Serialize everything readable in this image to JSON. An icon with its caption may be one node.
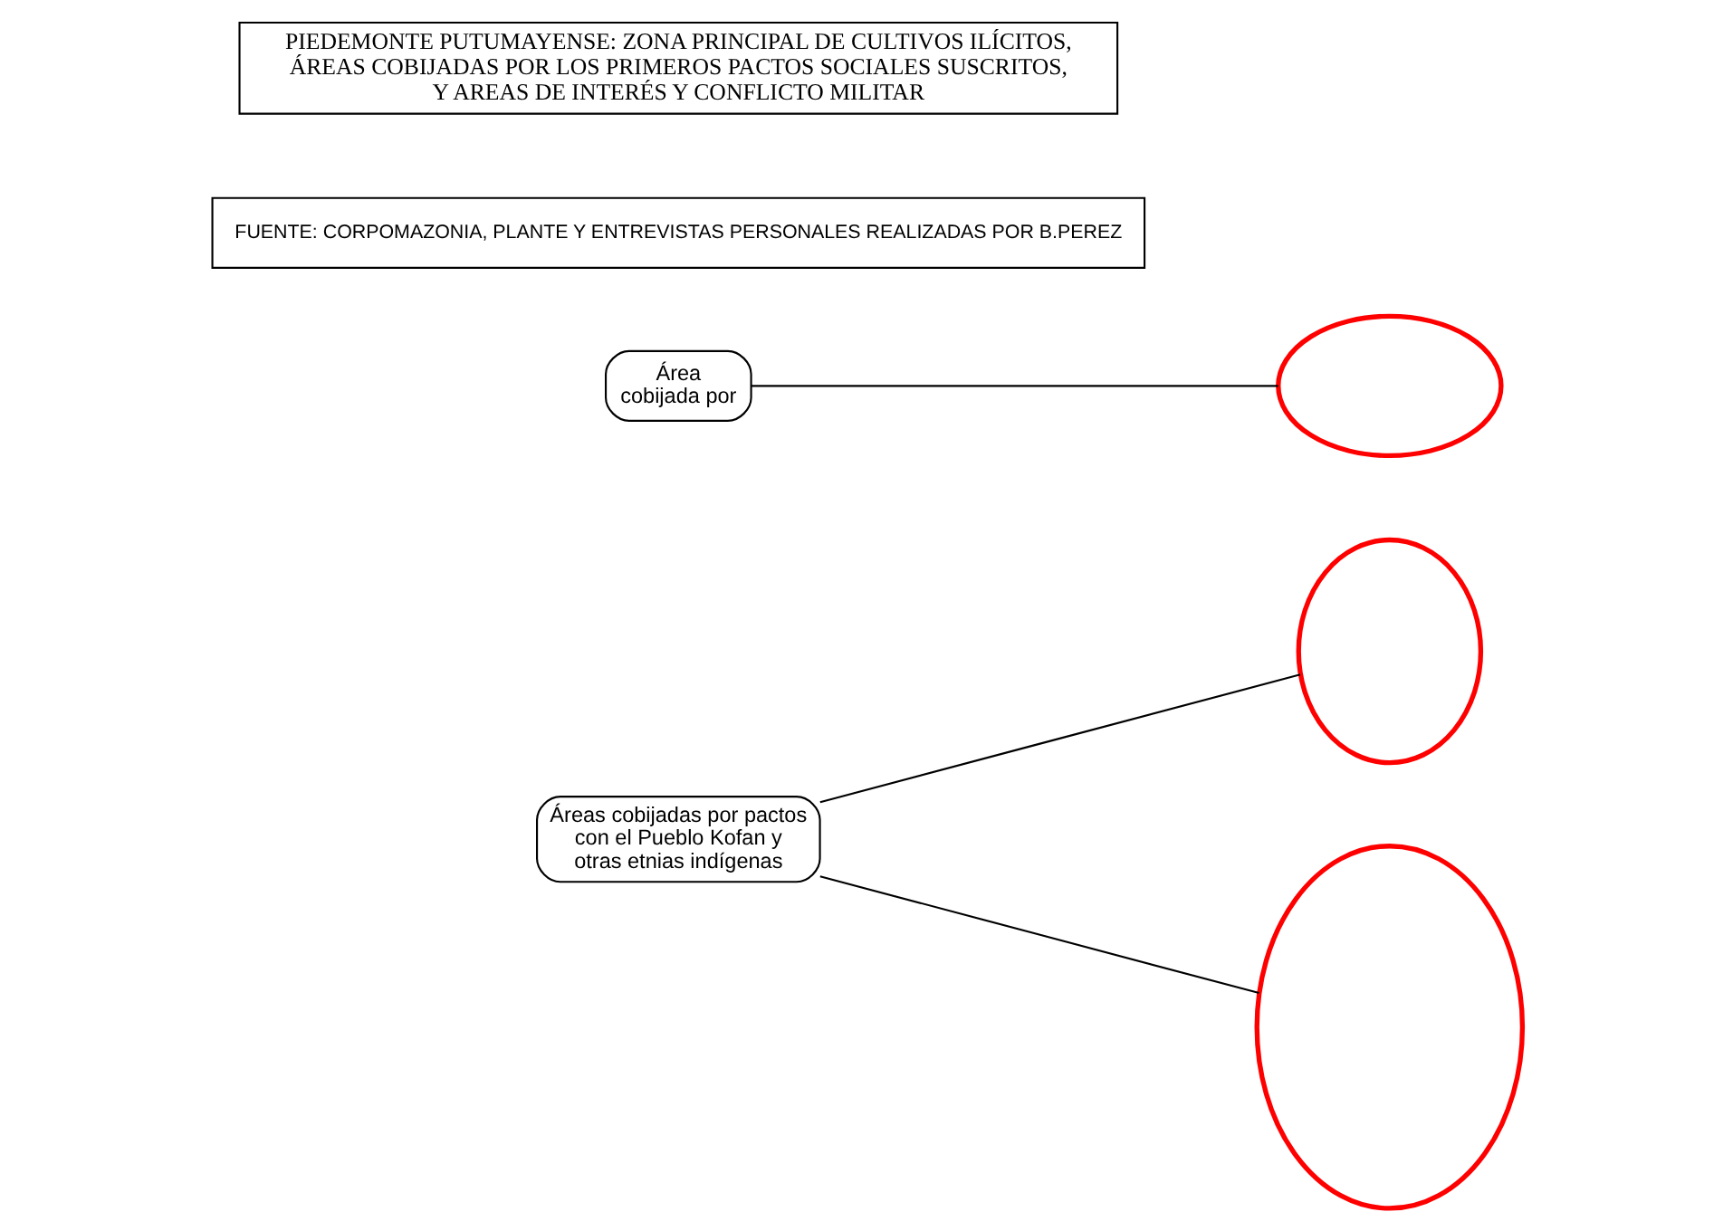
{
  "diagram": {
    "nodes": [
      {
        "text": [],
        "shape": "ellipse"
      },
      {
        "text": [
          "Área cobijada por"
        ]
      },
      {
        "text": [],
        "shape": "ellipse"
      },
      {
        "text": [],
        "shape": "ellipse"
      },
      {
        "text": [
          "Áreas cobijadas por pactos con el Pueblo Kofan y otras etnias indígenas"
        ]
      },
      {
        "text": [
          "PIEDEMONTE PUTUMAYENSE: ZONA PRINCIPAL DE CULTIVOS ILÍCITOS, ÁREAS COBIJADAS POR LOS PRIMEROS PACTOS SOCIALES SUSCRITOS, Y AREAS DE INTERÉS Y CONFLICTO MILITAR"
        ]
      },
      {
        "text": [
          "FUENTE: CORPOMAZONIA, PLANTE Y ENTREVISTAS PERSONALES REALIZADAS POR B.PEREZ"
        ]
      }
    ],
    "edges": [
      {
        "from": 1,
        "to": 0,
        "arrow": "none"
      },
      {
        "from": 4,
        "to": 2,
        "arrow": "none"
      },
      {
        "from": 4,
        "to": 3,
        "arrow": "none"
      }
    ]
  }
}
